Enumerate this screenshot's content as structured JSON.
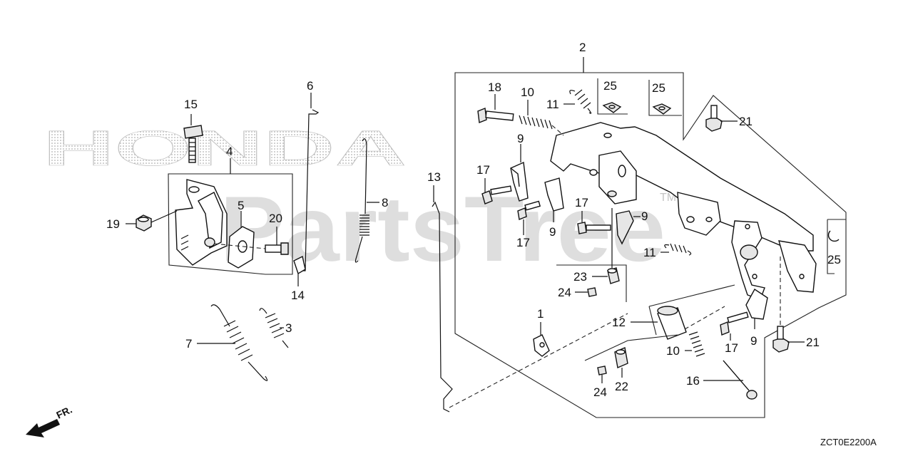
{
  "diagram_code": "ZCT0E2200A",
  "direction_label": "FR.",
  "watermarks": {
    "brand": "HONDA",
    "site": "PartsTree",
    "tm": "TM"
  },
  "callouts": [
    {
      "id": "c1",
      "label": "1"
    },
    {
      "id": "c2",
      "label": "2"
    },
    {
      "id": "c3",
      "label": "3"
    },
    {
      "id": "c4",
      "label": "4"
    },
    {
      "id": "c5",
      "label": "5"
    },
    {
      "id": "c6",
      "label": "6"
    },
    {
      "id": "c7",
      "label": "7"
    },
    {
      "id": "c8",
      "label": "8"
    },
    {
      "id": "c9a",
      "label": "9"
    },
    {
      "id": "c9b",
      "label": "9"
    },
    {
      "id": "c9c",
      "label": "9"
    },
    {
      "id": "c9d",
      "label": "9"
    },
    {
      "id": "c10a",
      "label": "10"
    },
    {
      "id": "c10b",
      "label": "10"
    },
    {
      "id": "c11a",
      "label": "11"
    },
    {
      "id": "c11b",
      "label": "11"
    },
    {
      "id": "c12",
      "label": "12"
    },
    {
      "id": "c13",
      "label": "13"
    },
    {
      "id": "c14",
      "label": "14"
    },
    {
      "id": "c15",
      "label": "15"
    },
    {
      "id": "c16",
      "label": "16"
    },
    {
      "id": "c17a",
      "label": "17"
    },
    {
      "id": "c17b",
      "label": "17"
    },
    {
      "id": "c17c",
      "label": "17"
    },
    {
      "id": "c17d",
      "label": "17"
    },
    {
      "id": "c18",
      "label": "18"
    },
    {
      "id": "c19",
      "label": "19"
    },
    {
      "id": "c20",
      "label": "20"
    },
    {
      "id": "c21a",
      "label": "21"
    },
    {
      "id": "c21b",
      "label": "21"
    },
    {
      "id": "c22",
      "label": "22"
    },
    {
      "id": "c23",
      "label": "23"
    },
    {
      "id": "c24a",
      "label": "24"
    },
    {
      "id": "c24b",
      "label": "24"
    },
    {
      "id": "c25a",
      "label": "25"
    },
    {
      "id": "c25b",
      "label": "25"
    },
    {
      "id": "c25c",
      "label": "25"
    }
  ]
}
